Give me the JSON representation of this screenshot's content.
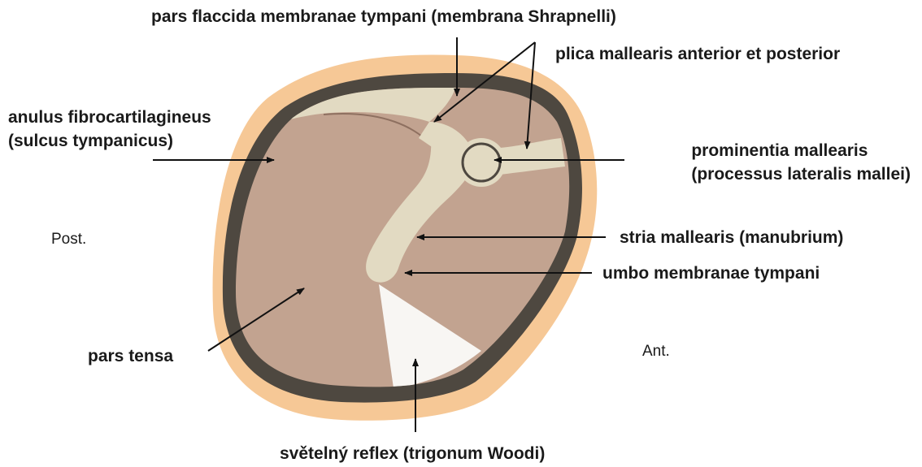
{
  "labels": {
    "pars_flaccida": "pars flaccida membranae tympani (membrana Shrapnelli)",
    "plica": "plica mallearis anterior et posterior",
    "anulus": [
      "anulus fibrocartilagineus",
      "(sulcus tympanicus)"
    ],
    "prominentia": [
      "prominentia mallearis",
      "(processus lateralis mallei)"
    ],
    "stria": "stria mallearis (manubrium)",
    "umbo": "umbo membranae tympani",
    "pars_tensa": "pars tensa",
    "reflex": "světelný reflex (trigonum Woodi)"
  },
  "orientation": {
    "posterior": "Post.",
    "anterior": "Ant."
  },
  "colors": {
    "outer_ring": "#f6c896",
    "rim": "#4e4840",
    "membrane": "#c2a390",
    "malleus": "#e2dac2",
    "light_reflex": "#f8f6f3",
    "arrow": "#111111"
  }
}
